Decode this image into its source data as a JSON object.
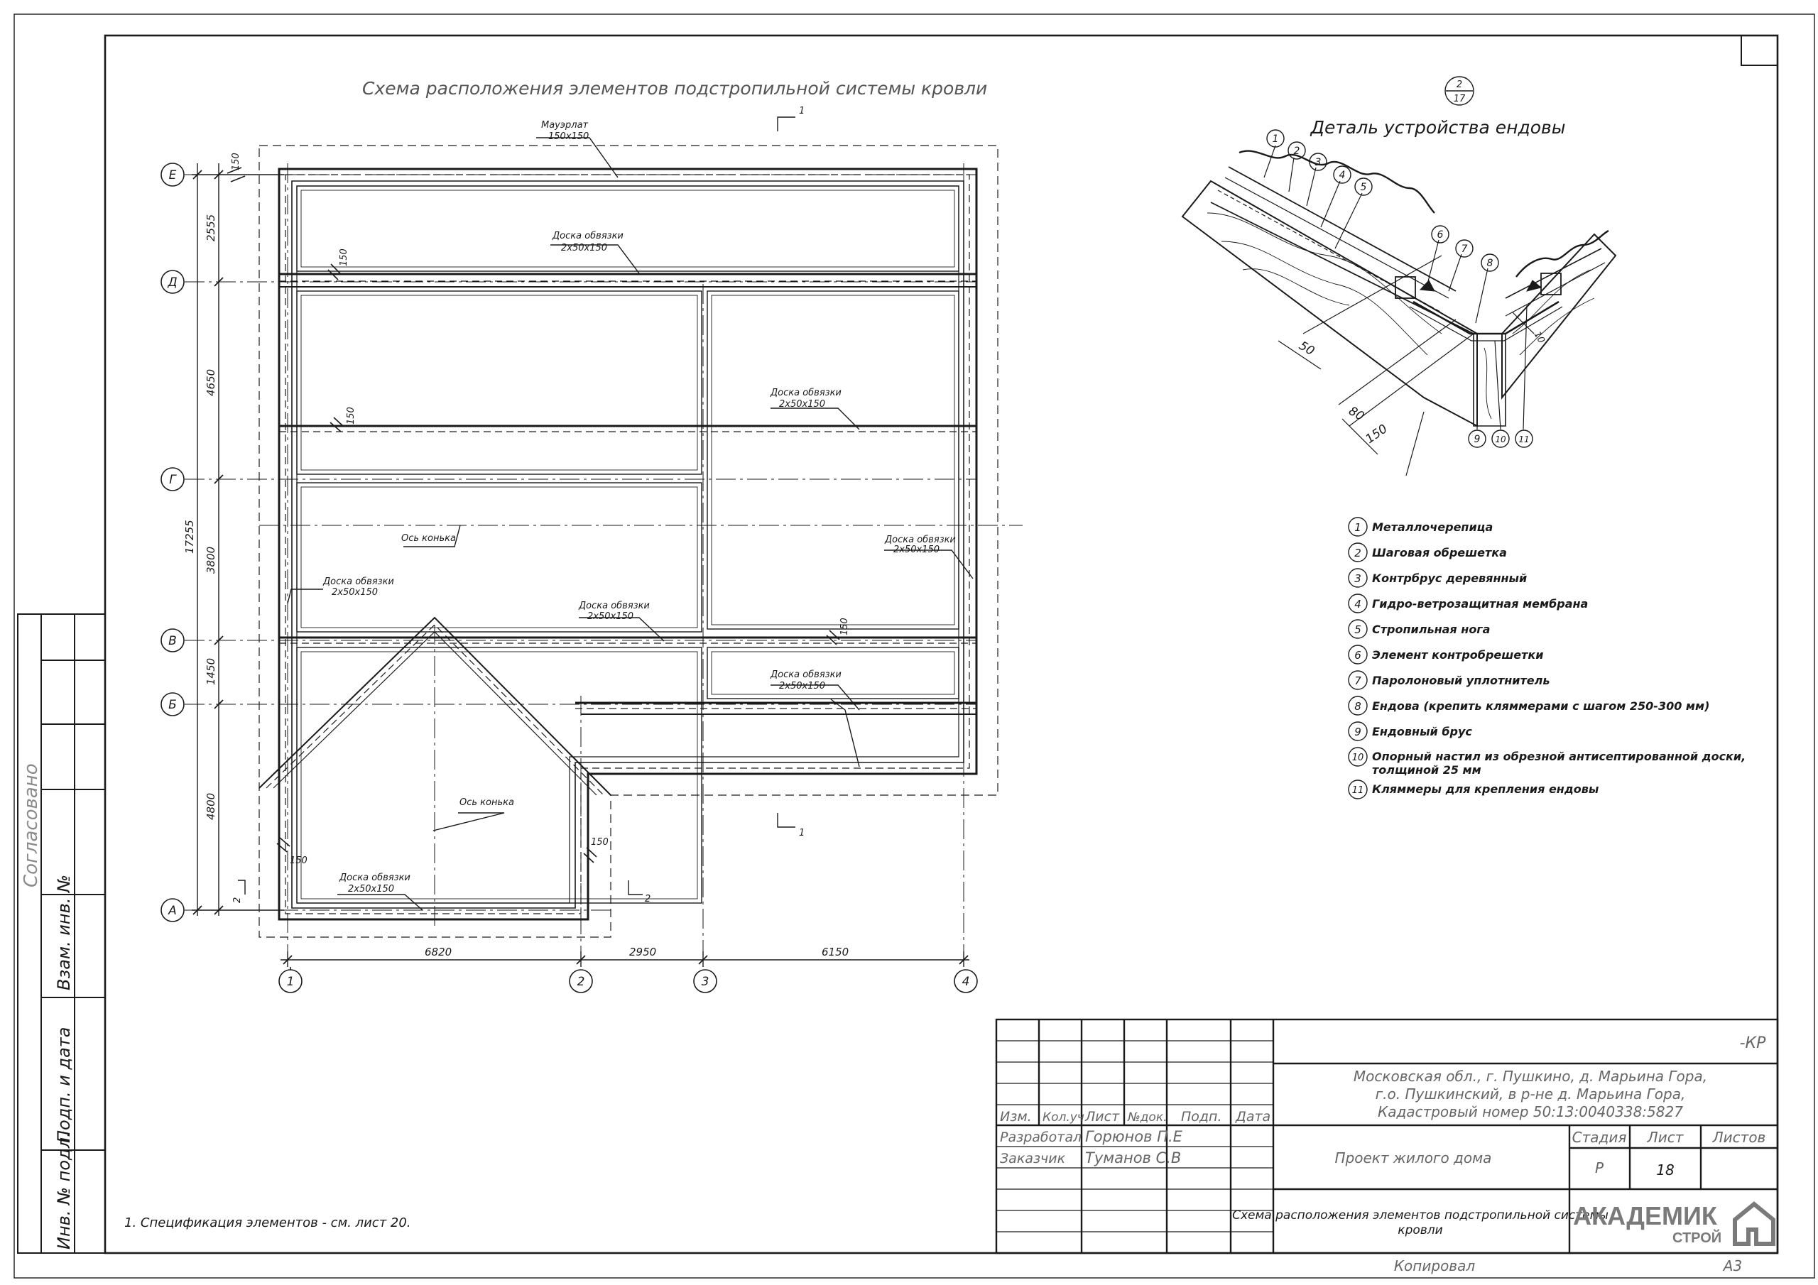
{
  "plan": {
    "title": "Схема расположения элементов подстропильной системы кровли",
    "mauerlat": "Мауэрлат",
    "mauerlat_size": "150x150",
    "board_label": "Доска обвязки",
    "board_size": "2x50x150",
    "ridge_axis": "Ось конька",
    "section_mark_1": "1",
    "section_mark_2": "2",
    "dim_150": "150",
    "axes_letters": [
      "Е",
      "Д",
      "Г",
      "В",
      "Б",
      "А"
    ],
    "axes_numbers": [
      "1",
      "2",
      "3",
      "4"
    ],
    "dims_vertical": [
      "2555",
      "4650",
      "3800",
      "1450",
      "4800"
    ],
    "dim_total": "17255",
    "dims_horizontal": [
      "6820",
      "2950",
      "6150"
    ]
  },
  "detail": {
    "sheet_top": "2",
    "sheet_bottom": "17",
    "title": "Деталь устройства ендовы",
    "callouts": [
      "1",
      "2",
      "3",
      "4",
      "5",
      "6",
      "7",
      "8",
      "9",
      "10",
      "11"
    ],
    "dim_50": "50",
    "dim_80": "80",
    "dim_150": "150",
    "dim_10": "10"
  },
  "legend": [
    {
      "n": "1",
      "text": "Металлочерепица"
    },
    {
      "n": "2",
      "text": "Шаговая обрешетка"
    },
    {
      "n": "3",
      "text": "Контрбрус деревянный"
    },
    {
      "n": "4",
      "text": "Гидро-ветрозащитная мембрана"
    },
    {
      "n": "5",
      "text": "Стропильная нога"
    },
    {
      "n": "6",
      "text": "Элемент контробрешетки"
    },
    {
      "n": "7",
      "text": "Паролоновый уплотнитель"
    },
    {
      "n": "8",
      "text": "Ендова (крепить кляммерами с шагом 250-300 мм)"
    },
    {
      "n": "9",
      "text": "Ендовный брус"
    },
    {
      "n": "10",
      "text": "Опорный настил из обрезной антисептированной доски,",
      "text2": "толщиной 25 мм"
    },
    {
      "n": "11",
      "text": "Кляммеры для крепления ендовы"
    }
  ],
  "note": "1. Спецификация элементов - см. лист 20.",
  "side_stamp": {
    "agreed": "Согласовано",
    "swap_inv": "Взам. инв. №",
    "sign_date": "Подп. и дата",
    "inv_orig": "Инв. № подл."
  },
  "title_block": {
    "code": "-КР",
    "address_1": "Московская обл., г. Пушкино, д. Марьина Гора,",
    "address_2": "г.о. Пушкинский, в р-не д. Марьина Гора,",
    "address_3": "Кадастровый номер 50:13:0040338:5827",
    "col_headers": [
      "Изм.",
      "Кол.уч",
      "Лист",
      "№док.",
      "Подп.",
      "Дата"
    ],
    "developed_label": "Разработал",
    "developed_name": "Горюнов П.Е",
    "customer_label": "Заказчик",
    "customer_name": "Туманов С.В",
    "project": "Проект жилого дома",
    "stage_label": "Стадия",
    "sheet_label": "Лист",
    "sheets_label": "Листов",
    "stage": "Р",
    "sheet": "18",
    "sheet_name_1": "Схема расположения элементов подстропильной системы",
    "sheet_name_2": "кровли",
    "logo_main": "АКАДЕМИК",
    "logo_sub": "СТРОЙ",
    "copied": "Копировал",
    "format": "А3"
  },
  "colors": {
    "line": "#1a1a1a",
    "logo": "#7a7a7a"
  }
}
